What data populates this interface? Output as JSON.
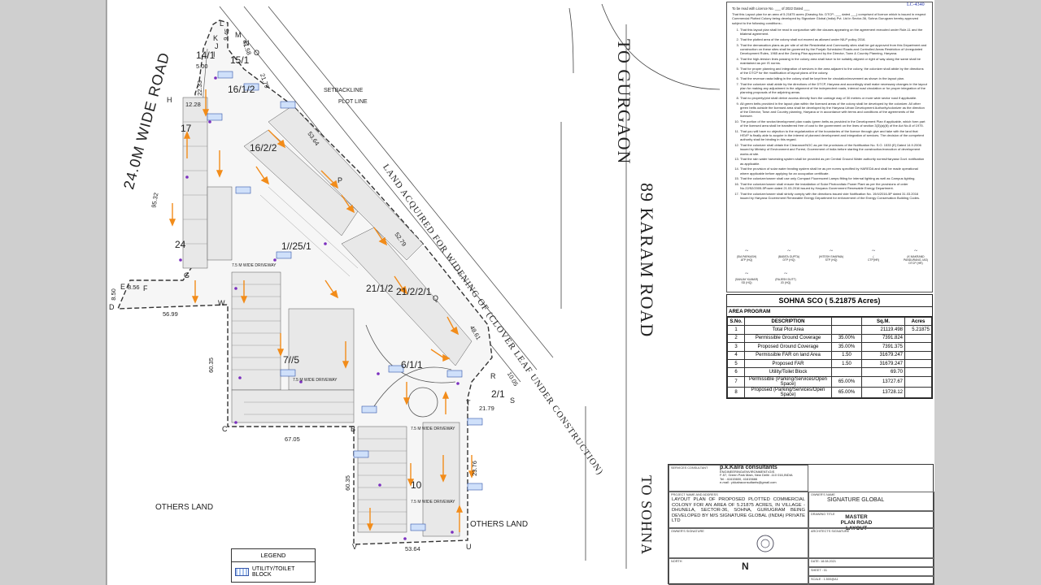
{
  "document": {
    "license_stamp": "LC-4340",
    "notes_header": "To be read with Licence No. ___ of 2022 Dated ___",
    "notes_intro": "That this Layout plan for an area of 5.21875 acres (Drawing No. DTCP- ___ dated ___) comprised of licence which is issued in respect Commercial Plotted Colony being developed by Signature Global (India) Pvt. Ltd in Sector-36, Sohna Gurugram hereby approved subject to the following conditions:-",
    "notes": [
      "That this layout plan shall be read in conjunction with the clauses appearing on the agreement executed under Rule-11 and the bilateral agreement.",
      "That the plotted area of the colony shall not exceed as allowed under NILP policy 2016.",
      "That the demarcation plans as per site of all the Residential and Community sites shall be got approved from this Department and construction on these sites shall be governed by the Punjab Scheduled Roads and Controlled Areas Restriction of Unregulated Development Rules, 1965 and the Zoning Plan approved by the Director, Town & Country Planning, Haryana.",
      "That the high-tension lines passing in the colony area shall have to be suitably aligned or right of way along the same shall be maintained as per IS norms.",
      "That for proper planning and integration of services in the area adjacent to the colony, the colonizer shall abide by the directions of the DTCP for the modification of layout plans of the colony.",
      "That the revenue rasta falling in the colony shall be kept free for circulation/movement as shown in the layout plan.",
      "That the colonizer shall abide by the directions of the DTCP, Haryana and accordingly shall make necessary changes in the layout plan for making any adjustment in the alignment of the independent roads, internal road circulation or for proper integration of the planning proposals of the adjoining areas.",
      "That no property/plot shall derive access directly from the carriage way of 30 metres or more wide sector road if applicable.",
      "All green belts provided in the layout plan within the licensed areas of the colony shall be developed by the colonizer. All other green belts outside the licensed area shall be developed by the Haryana Urban Development Authority/colonizer as the direction of the Director, Town and Country planning, Haryana or in accordance with terms and conditions of the agreements of the licensee.",
      "The portion of the sector/development plan roads /green belts as provided in the Development Plan if applicable, which form part of the licensed area shall be transferred free of cost to the government on the lines of section 3(3)(a)(iii) of the Act No.8 of 1975.",
      "That you will have no objection to the regularization of the boundaries of the licence through give and take with the land that HSVP is finally able to acquire in the interest of planned development and integration of services. The decision of the competent authority shall be binding in this regard.",
      "That the colonizer shall obtain the Clearance/NOC as per the provisions of the Notification No. S.O. 1533 (E) Dated 14.9.2006 issued by Ministry of Environment and Forest, Government of India before starting the construction/execution of development works at site.",
      "That the rain water harvesting system shall be provided as per Central Ground Water authority norms/Haryana Govt. notification as applicable.",
      "That the provision of solar water heating system shall be as per norms specified by HAREDA and shall be made operational where applicable before applying for an occupation certificate.",
      "That the colonizer/owner shall use only Compact Fluorescent Lamps fitting for internal lighting as well as Campus lighting.",
      "That the colonizer/owner shall ensure the installation of Solar Photovoltaic Power Plant as per the provisions of order No.22/52/2005-5Power dated 21.03.2016 issued by Haryana Government Renewable Energy Department.",
      "That the colonizer/owner shall strictly comply with the directions issued vide Notification No. 19/4/2016-5P dated 31.03.2016 issued by Haryana Government Renewable Energy Department for enforcement of the Energy Conservation Building Codes."
    ],
    "signatures_row1": [
      {
        "name": "(SIA PARKASH)",
        "role": "ATP (HQ)"
      },
      {
        "name": "(BABITA GUPTA)",
        "role": "DTP (HQ)"
      },
      {
        "name": "(HITESH SHARMA)",
        "role": "STP (HQ)"
      },
      {
        "name": "(",
        "role": "CTP(HR)"
      },
      {
        "name": "(K MAKRAND PANDURANG, IAS)",
        "role": "DTCP (HR)"
      }
    ],
    "signatures_row2": [
      {
        "name": "(SANJAY KUMAR)",
        "role": "SD (HQ)"
      },
      {
        "name": "(RAJESH DUTT)",
        "role": "JD (HQ)"
      }
    ]
  },
  "area_program": {
    "title": "SOHNA SCO ( 5.21875 Acres)",
    "subtitle": "AREA PROGRAM",
    "headers": [
      "S.No.",
      "DESCRIPTION",
      "",
      "Sq.M.",
      "Acres"
    ],
    "rows": [
      [
        "1",
        "Total Plot Area",
        "",
        "21119.498",
        "5.21875"
      ],
      [
        "2",
        "Permissible Ground Coverage",
        "35.00%",
        "7391.824",
        ""
      ],
      [
        "3",
        "Proposed Ground Coverage",
        "35.00%",
        "7391.375",
        ""
      ],
      [
        "4",
        "Permissible FAR on land Area",
        "1.50",
        "31679.247",
        ""
      ],
      [
        "5",
        "Proposed FAR",
        "1.50",
        "31679.247",
        ""
      ],
      [
        "6",
        "Utility/Toilet Block",
        "",
        "69.70",
        ""
      ],
      [
        "7",
        "Permissible (Parking/Services/Open Space)",
        "65.00%",
        "13727.67",
        ""
      ],
      [
        "8",
        "Proposed (Parking/Services/Open Space)",
        "65.00%",
        "13728.12",
        ""
      ]
    ]
  },
  "plan": {
    "roads": {
      "to_gurgaon": "TO GURGAON",
      "karam_road": "89 KARAM ROAD",
      "to_sohna": "TO SOHNA",
      "wide_road": "24.0M WIDE ROAD",
      "land_acquired": "LAND ACQUIRED FOR WIDENING OF (CLOVER LEAF UNDER CONSTRUCTION)"
    },
    "labels": {
      "setbackline": "SETBACKLINE",
      "plotline": "PLOT LINE",
      "others_land_1": "OTHERS LAND",
      "others_land_2": "OTHERS LAND"
    },
    "khasra": [
      "14/1",
      "15/1",
      "16/1/2",
      "17",
      "16/2/2",
      "1//25/1",
      "21/1/2",
      "21/2/2/1",
      "24",
      "7//5",
      "6/1/1",
      "2/1",
      "10"
    ],
    "points": [
      "L",
      "M",
      "N",
      "O",
      "K",
      "J",
      "I",
      "H",
      "P",
      "Q",
      "R",
      "S",
      "T",
      "U",
      "V",
      "W",
      "B",
      "C",
      "D",
      "E",
      "F",
      "G",
      "A"
    ],
    "dimensions": [
      "9.45",
      "41.58",
      "5.00",
      "22.33",
      "12.28",
      "21.79",
      "53.64",
      "52.79",
      "48.61",
      "10.05",
      "21.79",
      "23.76",
      "60.35",
      "67.05",
      "60.35",
      "53.64",
      "56.99",
      "8.56",
      "8.50",
      "95.32"
    ],
    "driveways": [
      "7.5 M WIDE DRIVEWAY",
      "7.5 M WIDE DRIVEWAY",
      "7.5 M WIDE DRIVEWAY",
      "7.5 M WIDE DRIVEWAY"
    ]
  },
  "legend": {
    "title": "LEGEND",
    "item": "UTILITY/TOILET BLOCK"
  },
  "title_block": {
    "services_consultant": "SERVICES CONSULTANT",
    "consultant_name": "p.k.Kalra consultants",
    "consultant_sub": "ENGINEERING•ENVIRONMENT•GIS",
    "consultant_addr": "F-57, Green Park Main, New Delhi -110 016,INDIA",
    "consultant_tel": "Tel : 41615600, 41615666",
    "consultant_email": "e-mail : pkkalraconsultants@gmail.com",
    "project_name_label": "PROJECT NAME AND ADDRESS",
    "project_name": "LAYOUT PLAN OF PROPOSED PLOTTED COMMERCIAL COLONY FOR AN AREA OF 5.21875 ACRES, IN VILLAGE - DHUNELA, SECTOR-36, SOHNA, GURUGRAM BEING DEVELOPED BY M/S SIGNATURE GLOBAL (INDIA) PRIVATE LTD",
    "owner_signature_label": "OWNER'S SIGNATURE",
    "owner_name_label": "OWNER'S NAME",
    "owner_name": "SIGNATURE GLOBAL",
    "drawing_title_label": "DRAWING TITLE",
    "drawing_title": "MASTER PLAN ROAD LAYOUT",
    "architect_signature_label": "ARCHITECTS SIGNATURE",
    "north_label": "NORTH",
    "north_letter": "N",
    "date": "DATE: 18.08.2021",
    "sheet": "SHEET : 01",
    "scale": "SCALE : 1:500@A1"
  },
  "colors": {
    "arrow": "#f28c1a",
    "utility": "#3355aa",
    "purple_marker": "#7b2fbf",
    "line": "#333333"
  }
}
